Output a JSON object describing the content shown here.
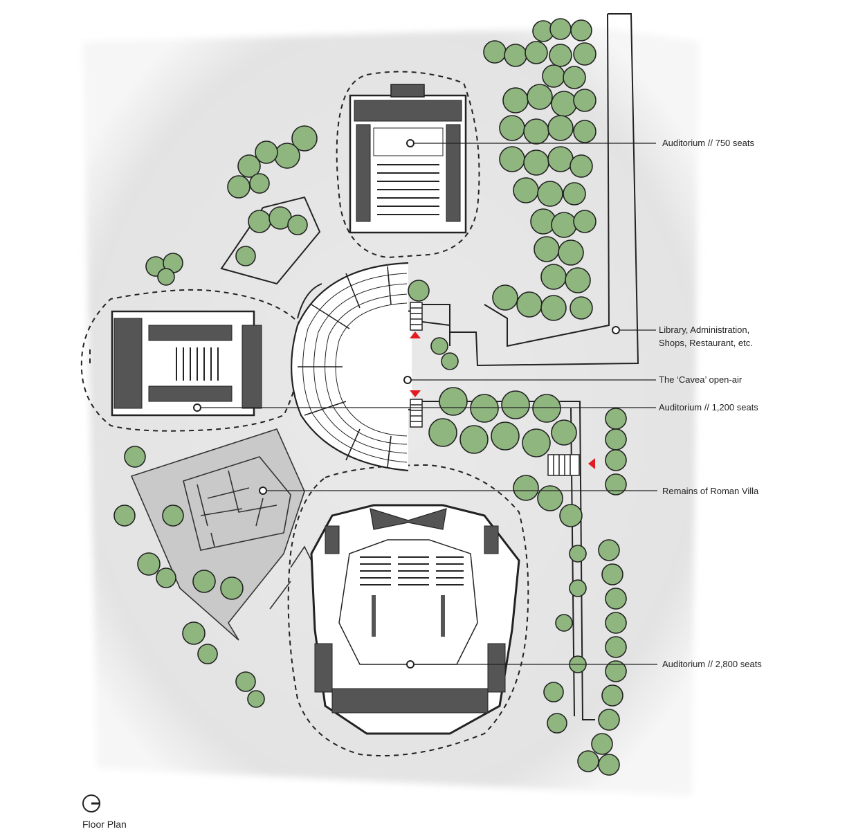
{
  "labels": {
    "auditorium_750": "Auditorium // 750 seats",
    "library_line1": "Library, Administration,",
    "library_line2": "Shops, Restaurant, etc.",
    "cavea": "The ‘Cavea’ open-air",
    "auditorium_1200": "Auditorium // 1,200 seats",
    "roman_villa": "Remains of Roman Villa",
    "auditorium_2800": "Auditorium // 2,800 seats"
  },
  "plan_title": "Floor Plan",
  "colors": {
    "ground": "#e6e6e6",
    "ink": "#222222",
    "tree_fill": "#8fb67f",
    "tree_glow": "#cfe0c4",
    "villa": "#c9c9c9",
    "entrance_marker": "#e01b22"
  },
  "icons": [
    "north-arrow-icon",
    "entrance-marker-icon"
  ]
}
